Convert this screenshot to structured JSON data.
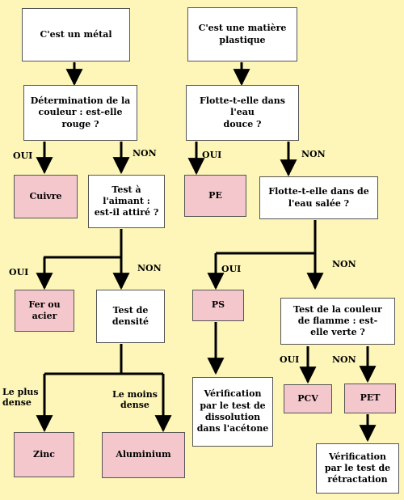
{
  "colors": {
    "background": "#fdf6b8",
    "result_box": "#f4c7cc",
    "question_box": "#ffffff",
    "line": "#000000"
  },
  "boxes": {
    "metal": "C'est un métal",
    "plastic": "C'est une matière\nplastique",
    "color_red": "Détermination de la\ncouleur : est-elle\nrouge ?",
    "float_fresh": "Flotte-t-elle dans l'eau\ndouce ?",
    "cuivre": "Cuivre",
    "magnet": "Test à\nl'aimant :\nest-il attiré ?",
    "pe": "PE",
    "float_salt": "Flotte-t-elle dans de\nl'eau salée ?",
    "fer": "Fer ou\nacier",
    "density": "Test de\ndensité",
    "ps": "PS",
    "flame": "Test de la couleur\nde flamme : est-\nelle verte ?",
    "acetone": "Vérification\npar le test de\ndissolution\ndans l'acétone",
    "pcv": "PCV",
    "pet": "PET",
    "zinc": "Zinc",
    "aluminium": "Aluminium",
    "retract": "Vérification\npar le test de\nrétractation"
  },
  "labels": {
    "oui_1": "OUI",
    "non_1": "NON",
    "oui_2": "OUI",
    "non_2": "NON",
    "oui_3": "OUI",
    "non_3": "NON",
    "oui_4": "OUI",
    "non_4": "NON",
    "oui_5": "OUI",
    "non_5": "NON",
    "plus_dense": "Le plus\ndense",
    "moins_dense": "Le moins\ndense"
  }
}
